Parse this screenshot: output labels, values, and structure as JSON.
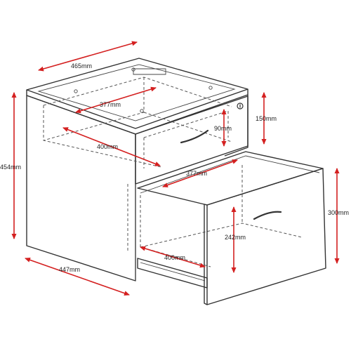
{
  "diagram": {
    "accent_color": "#d42020",
    "line_color": "#333333",
    "dimensions": {
      "top_width": "465mm",
      "top_drawer_interior_width": "377mm",
      "top_drawer_depth": "400mm",
      "top_drawer_height": "90mm",
      "top_drawer_front_height": "150mm",
      "overall_height": "454mm",
      "file_drawer_interior_width": "377mm",
      "file_drawer_front_height": "300mm",
      "file_drawer_interior_height": "242mm",
      "file_drawer_depth": "400mm",
      "base_depth": "447mm"
    },
    "icons": [
      "lock-icon",
      "drawer-handle-icon"
    ]
  }
}
